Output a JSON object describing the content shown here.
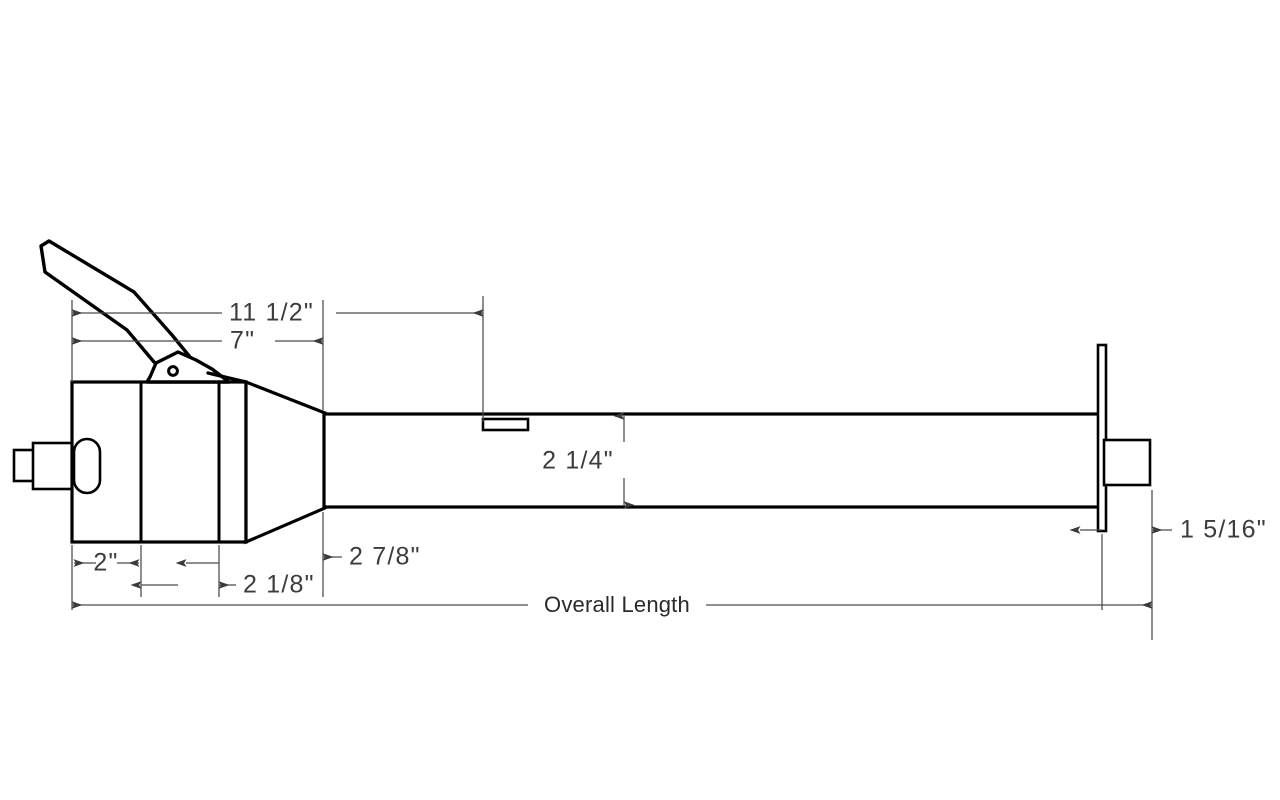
{
  "drawing": {
    "title": "Fuel Nozzle Assembly Dimensioned Side View",
    "background_color": "#ffffff",
    "outline_color": "#000000",
    "dimension_color": "#4a4a4a",
    "text_color": "#3c3c3c"
  },
  "dimensions": {
    "handle_to_tip": {
      "value": "11  1/2\"",
      "name": "overall-handle-to-barrel-feature"
    },
    "handle_to_barrel": {
      "value": "7\"",
      "name": "body-front-to-barrel-start"
    },
    "barrel_diameter": {
      "value": "2  1/4\"",
      "name": "barrel-diameter"
    },
    "body_section_one": {
      "value": "2\"",
      "name": "body-first-section-length"
    },
    "body_section_two": {
      "value": "2  1/8\"",
      "name": "body-second-section-length"
    },
    "taper_length": {
      "value": "2  7/8\"",
      "name": "taper-section-length"
    },
    "tip_length": {
      "value": "1  5/16\"",
      "name": "outlet-tip-length"
    },
    "overall": {
      "value": "Overall Length",
      "name": "overall-length"
    }
  },
  "parts": {
    "handle_lever": "handle-lever",
    "trigger": "trigger-guard",
    "pivot": "pivot-pin-hole",
    "body": "nozzle-body",
    "body_divider_one": "body-divider-one",
    "body_divider_two": "body-divider-two",
    "taper": "body-taper-cone",
    "barrel": "nozzle-barrel-spout",
    "barrel_slot": "barrel-retaining-slot",
    "inlet_nipple": "inlet-hose-nipple",
    "inlet_collar": "inlet-collar",
    "inlet_oval": "inlet-port-oval",
    "flange": "splash-guard-flange",
    "outlet_tip": "outlet-tip"
  }
}
